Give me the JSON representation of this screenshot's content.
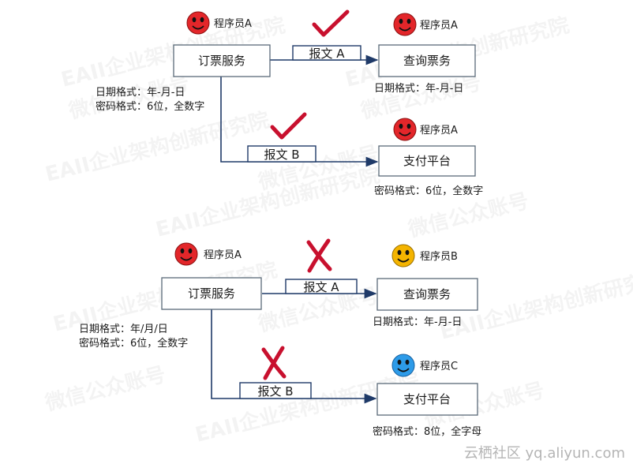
{
  "diagrams": [
    {
      "id": "compatible",
      "source": {
        "box_label": "订票服务",
        "programmer": "程序员A",
        "face": "red-smiley-icon",
        "notes": [
          "日期格式：年-月-日",
          "密码格式：6位，全数字"
        ]
      },
      "targets": [
        {
          "box_label": "查询票务",
          "programmer": "程序员A",
          "face": "red-smiley-icon",
          "notes": [
            "日期格式：年-月-日"
          ],
          "message": "报文 A",
          "result": "check"
        },
        {
          "box_label": "支付平台",
          "programmer": "程序员A",
          "face": "red-smiley-icon",
          "notes": [
            "密码格式：6位，全数字"
          ],
          "message": "报文 B",
          "result": "check"
        }
      ]
    },
    {
      "id": "incompatible",
      "source": {
        "box_label": "订票服务",
        "programmer": "程序员A",
        "face": "red-smiley-icon",
        "notes": [
          "日期格式：年/月/日",
          "密码格式：6位，全数字"
        ]
      },
      "targets": [
        {
          "box_label": "查询票务",
          "programmer": "程序员B",
          "face": "yellow-smiley-icon",
          "notes": [
            "日期格式：年-月-日"
          ],
          "message": "报文 A",
          "result": "cross"
        },
        {
          "box_label": "支付平台",
          "programmer": "程序员C",
          "face": "blue-smiley-icon",
          "notes": [
            "密码格式：8位，全字母"
          ],
          "message": "报文 B",
          "result": "cross"
        }
      ]
    }
  ],
  "watermark": {
    "lines": [
      "EAII企业架构创新研究院",
      "微信公众账号"
    ]
  },
  "footer": {
    "text": "云栖社区 yq.aliyun.com"
  },
  "colors": {
    "box_border": "#5a6a78",
    "connector": "#1f3a68",
    "check": "#c8102e",
    "cross": "#c8102e",
    "face_red": "#e3262a",
    "face_yellow": "#f4b400",
    "face_blue": "#2d9be8"
  }
}
